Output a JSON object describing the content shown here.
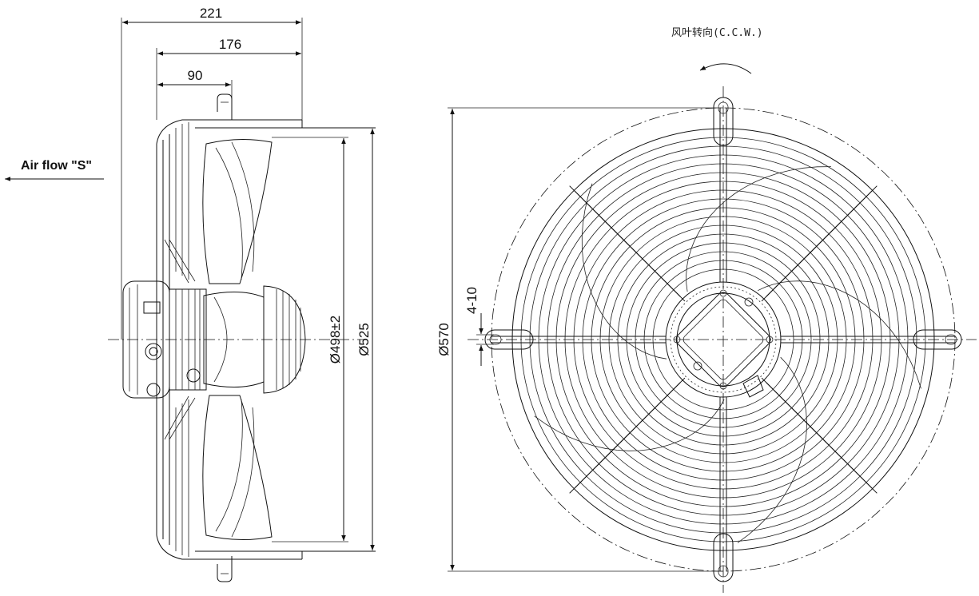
{
  "side_view": {
    "dim_overall": "221",
    "dim_middle": "176",
    "dim_short": "90",
    "dim_impeller_dia": "Ø498±2",
    "dim_ring_dia": "Ø525",
    "airflow_label": "Air flow \"S\""
  },
  "front_view": {
    "rotation_label": "风叶转向(C.C.W.)",
    "dim_mount_dia": "Ø570",
    "dim_slot": "4-10"
  }
}
